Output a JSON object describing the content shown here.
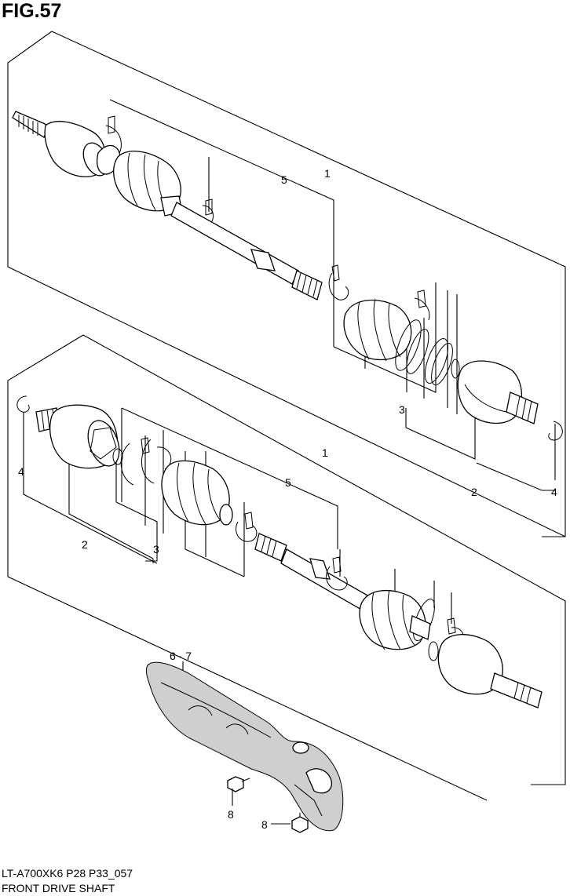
{
  "figure": {
    "title": "FIG.57"
  },
  "callouts": {
    "upper_1": "1",
    "upper_5": "5",
    "upper_3": "3",
    "upper_2": "2",
    "upper_4": "4",
    "lower_1": "1",
    "lower_5": "5",
    "lower_4": "4",
    "lower_2": "2",
    "lower_3": "3",
    "guard": "6 · 7",
    "bolt_a": "8",
    "bolt_b": "8"
  },
  "footer": {
    "model_code": "LT-A700XK6 P28 P33_057",
    "caption": "FRONT DRIVE SHAFT"
  }
}
